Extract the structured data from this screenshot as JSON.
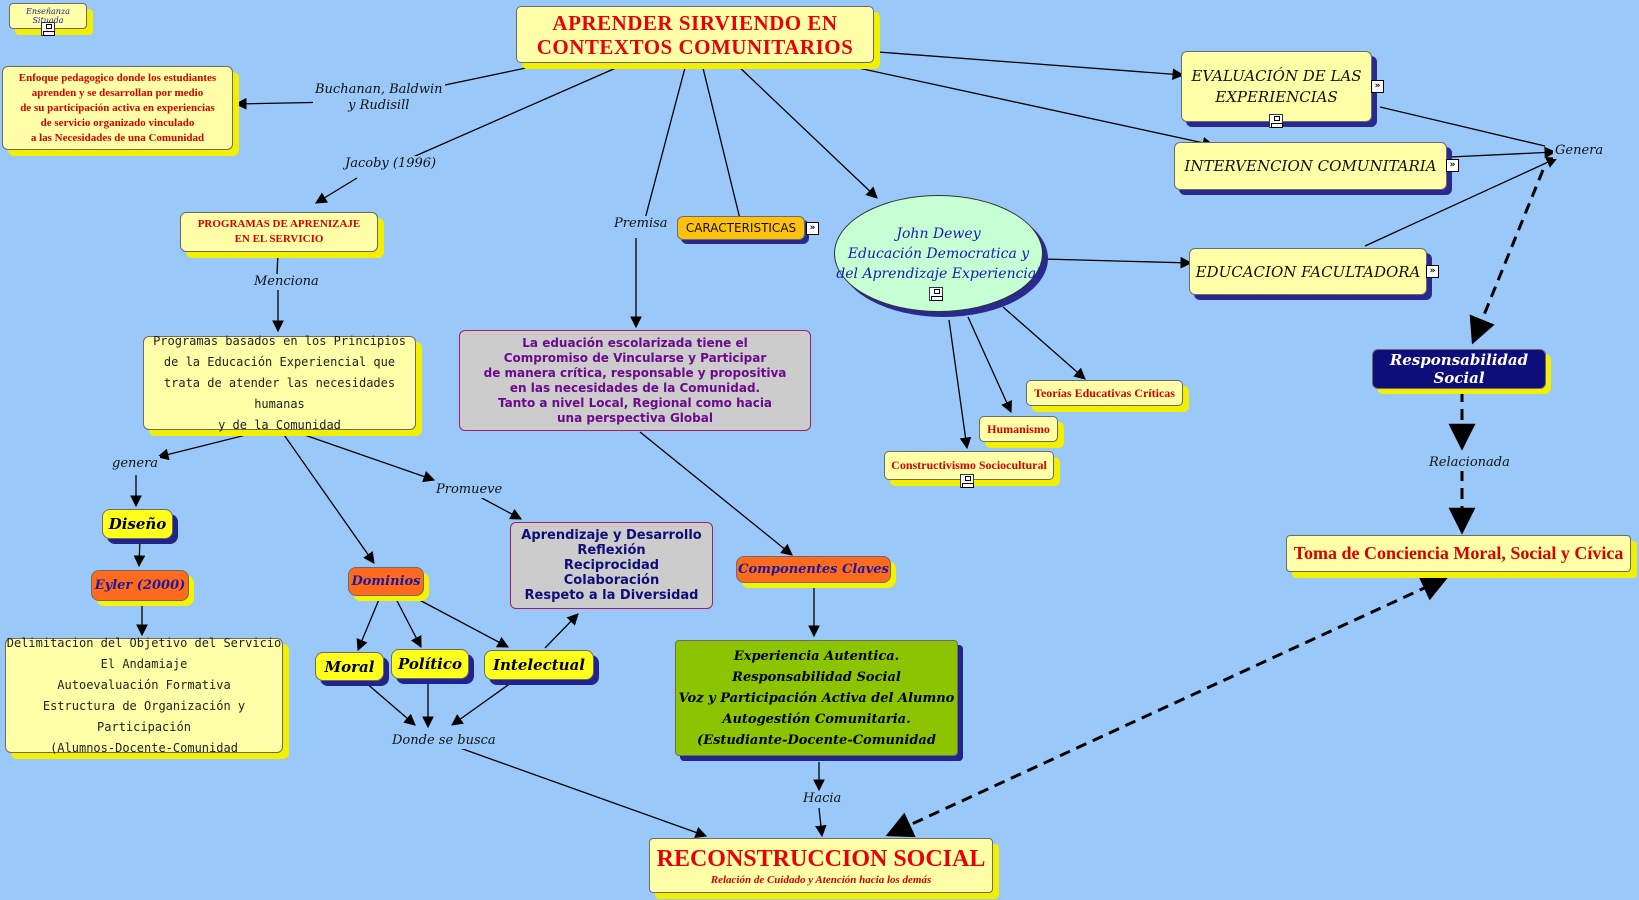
{
  "top_left_badge": "Enseñanza Situada",
  "title": [
    "APRENDER SIRVIENDO EN",
    "CONTEXTOS COMUNITARIOS"
  ],
  "definition": [
    "Enfoque pedagogico donde los estudiantes",
    "aprenden y se desarrollan por medio",
    "de su participación activa en experiencias",
    "de servicio organizado vinculado",
    "a las Necesidades de una Comunidad"
  ],
  "programas": [
    "PROGRAMAS DE APRENIZAJE",
    "EN EL SERVICIO"
  ],
  "principios": [
    "Programas basados en los Principios",
    "de la Educación Experiencial que",
    "trata de atender las necesidades humanas",
    "y de la Comunidad"
  ],
  "diseno": "Diseño",
  "eyler": "Eyler (2000)",
  "delimitacion": [
    "Delimitacion del Objetivo del Servicio",
    "El Andamiaje",
    "Autoevaluación Formativa",
    "Estructura de Organización y Participación",
    "(Alumnos-Docente-Comunidad"
  ],
  "dominios": "Dominios",
  "moral": "Moral",
  "politico": "Político",
  "intelectual": "Intelectual",
  "aprendizaje": [
    "Aprendizaje y Desarrollo",
    "Reflexión",
    "Reciprocidad",
    "Colaboración",
    "Respeto a la Diversidad"
  ],
  "caracteristicas": "CARACTERISTICAS",
  "compromiso": [
    "La eduación escolarizada tiene el",
    "Compromiso de Vincularse y Participar",
    "de manera crítica, responsable y propositiva",
    "en las necesidades de la Comunidad.",
    "Tanto a nivel Local, Regional como hacia",
    "una perspectiva Global"
  ],
  "componentes": "Componentes Claves",
  "experiencia": [
    "Experiencia Autentica.",
    "Responsabilidad Social",
    "Voz y Participación Activa del Alumno",
    "Autogestión Comunitaria.",
    "(Estudiante-Docente-Comunidad"
  ],
  "reconstruccion": "RECONSTRUCCION SOCIAL",
  "reconstruccion_sub": "Relación de Cuidado y Atención hacia los demás",
  "dewey": [
    "John Dewey",
    "Educación Democratica y",
    "del Aprendizaje Experiencial"
  ],
  "teorias": "Teorías Educativas Críticas",
  "humanismo": "Humanismo",
  "constructivismo": "Constructivismo Sociocultural",
  "evaluacion": [
    "EVALUACIÓN DE LAS",
    "EXPERIENCIAS"
  ],
  "intervencion": "INTERVENCION COMUNITARIA",
  "facultadora": "EDUCACION FACULTADORA",
  "responsabilidad": "Responsabilidad Social",
  "toma": "Toma de Conciencia Moral, Social y Cívica",
  "labels": {
    "buchanan": [
      "Buchanan, Baldwin",
      "y Rudisill"
    ],
    "jacoby": "Jacoby (1996)",
    "menciona": "Menciona",
    "genera": "genera",
    "promueve": "Promueve",
    "premisa": "Premisa",
    "donde": "Donde se busca",
    "hacia": "Hacia",
    "genera2": "Genera",
    "relacionada": "Relacionada"
  },
  "expand_glyph": "»",
  "colors": {
    "background": "#99c8f9",
    "title_text": "#e8000c",
    "node_text_red": "#d60000",
    "navy": "#0d0e7a",
    "purple": "#6b0a8c"
  }
}
